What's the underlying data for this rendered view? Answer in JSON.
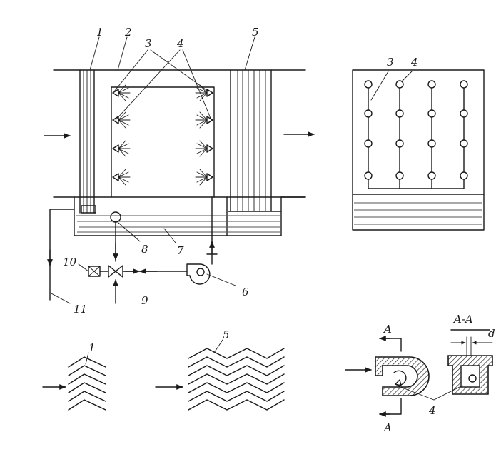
{
  "labels": {
    "n1": "1",
    "n2": "2",
    "n3": "3",
    "n4": "4",
    "n5": "5",
    "n6": "6",
    "n7": "7",
    "n8": "8",
    "n9": "9",
    "n10": "10",
    "n11": "11",
    "section_a_top": "A",
    "section_a_bottom": "A",
    "section_aa": "A-A",
    "d_label": "d"
  },
  "colors": {
    "ink": "#1a1a1a",
    "paper": "#ffffff"
  }
}
